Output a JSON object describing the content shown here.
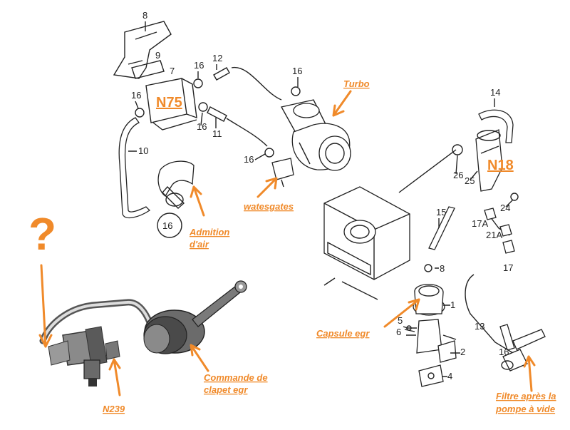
{
  "part_numbers": {
    "n8": "8",
    "n9": "9",
    "n7": "7",
    "n16a": "16",
    "n12": "12",
    "n16b": "16",
    "n16c": "16",
    "n16d": "16",
    "n11": "11",
    "n10": "10",
    "n16e": "16",
    "n16f": "16",
    "n14": "14",
    "n26": "26",
    "n25": "25",
    "n24": "24",
    "n15": "15",
    "n17a": "17A",
    "n21a": "21A",
    "n17": "17",
    "n8b": "8",
    "n1": "1",
    "n5": "5",
    "n6": "6",
    "n2": "2",
    "n4": "4",
    "n13": "13",
    "n16g": "16"
  },
  "annotations": {
    "turbo": "Turbo",
    "n75": "N75",
    "n18": "N18",
    "wastegates": "watesgates",
    "admission_1": "Admition",
    "admission_2": "d'air",
    "capsule_egr": "Capsule egr",
    "commande_1": "Commande de",
    "commande_2": "clapet egr",
    "n239": "N239",
    "filtre_1": "Filtre après la",
    "filtre_2": "pompe à vide",
    "question": "?"
  },
  "colors": {
    "accent": "#f08a2a",
    "ink": "#222222"
  }
}
